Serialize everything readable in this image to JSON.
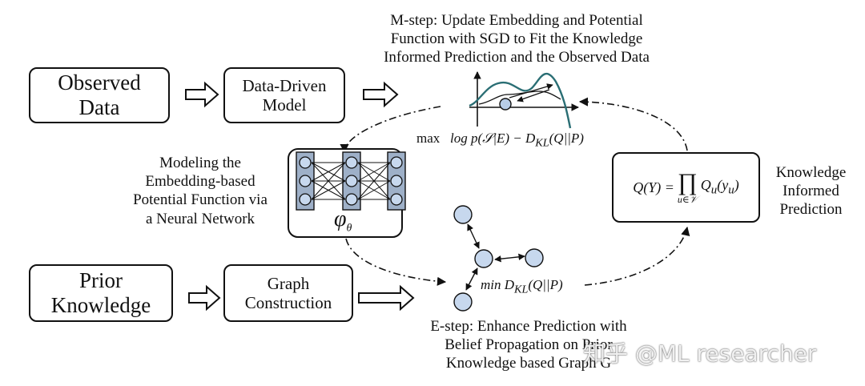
{
  "observed_data": "Observed\nData",
  "data_driven_model": "Data-Driven\nModel",
  "prior_knowledge": "Prior\nKnowledge",
  "graph_construction": "Graph\nConstruction",
  "m_step": "M-step: Update Embedding and Potential\nFunction with SGD to Fit the Knowledge\nInformed Prediction and the Observed Data",
  "m_step_objective_prefix": "max",
  "m_step_objective": "log p(𝒮|E) − D",
  "m_step_objective_sub": "KL",
  "m_step_objective_tail": "(Q||P)",
  "modeling_caption": "Modeling the\nEmbedding-based\nPotential Function via\na Neural Network",
  "phi_symbol": "φ",
  "phi_sub": "θ",
  "q_formula_lhs": "Q(Y) =",
  "q_formula_prod": "∏",
  "q_formula_under": "u∈𝒱",
  "q_formula_rhs": "Q",
  "q_formula_sub": "u",
  "q_formula_tail": "(y",
  "q_formula_tail_sub": "u",
  "q_formula_close": ")",
  "knowledge_informed": "Knowledge\nInformed\nPrediction",
  "e_step_objective_prefix": "min D",
  "e_step_objective_sub": "KL",
  "e_step_objective_tail": "(Q||P)",
  "e_step": "E-step: Enhance Prediction with\nBelief Propagation on Prior\nKnowledge based Graph G",
  "watermark": "知乎 @ML researcher"
}
